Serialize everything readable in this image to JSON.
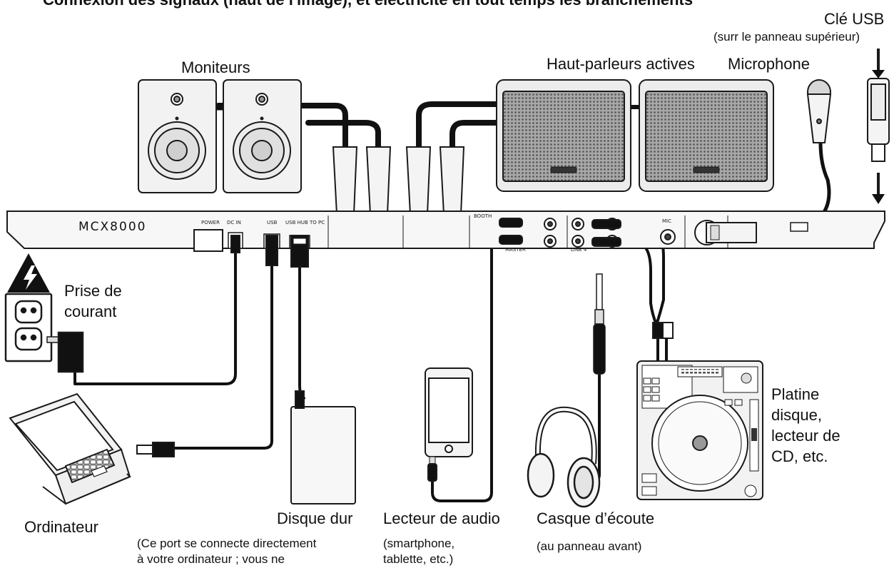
{
  "header_partial": "Connexion des signaux (haut de l'image), et électricité en tout temps les branchements",
  "device": {
    "model": "MCX8000",
    "panel_labels": {
      "power": "POWER",
      "dc_in": "DC IN",
      "usb": "USB",
      "usb_to_pc": "USB HUB TO PC",
      "booth": "BOOTH",
      "master": "MASTER",
      "line_4": "LINE 4",
      "mic": "MIC"
    }
  },
  "labels": {
    "usb_key": "Clé USB",
    "usb_key_note": "(surr le panneau supérieur)",
    "monitors": "Moniteurs",
    "active_speakers": "Haut-parleurs actives",
    "microphone": "Microphone",
    "power_outlet_l1": "Prise de",
    "power_outlet_l2": "courant",
    "turntable_l1": "Platine",
    "turntable_l2": "disque,",
    "turntable_l3": "lecteur de",
    "turntable_l4": "CD, etc.",
    "computer": "Ordinateur",
    "hard_drive": "Disque dur",
    "hard_drive_note_l1": "(Ce port se connecte directement",
    "hard_drive_note_l2": "à votre ordinateur ; vous ne",
    "audio_player": "Lecteur de audio",
    "audio_player_note_l1": "(smartphone,",
    "audio_player_note_l2": "tablette, etc.)",
    "headphones": "Casque d’écoute",
    "headphones_note": "(au panneau avant)"
  },
  "colors": {
    "outline": "#1a1a1a",
    "panel_fill": "#f7f7f7",
    "speaker_grille": "#8c8c8c",
    "cable": "#111111"
  },
  "icons": [
    "warning-icon",
    "power-outlet-icon",
    "laptop-icon",
    "smartphone-icon",
    "headphones-icon",
    "microphone-icon",
    "usb-key-icon",
    "hard-drive-icon",
    "studio-monitor-icon",
    "active-speaker-icon",
    "cd-player-icon"
  ]
}
